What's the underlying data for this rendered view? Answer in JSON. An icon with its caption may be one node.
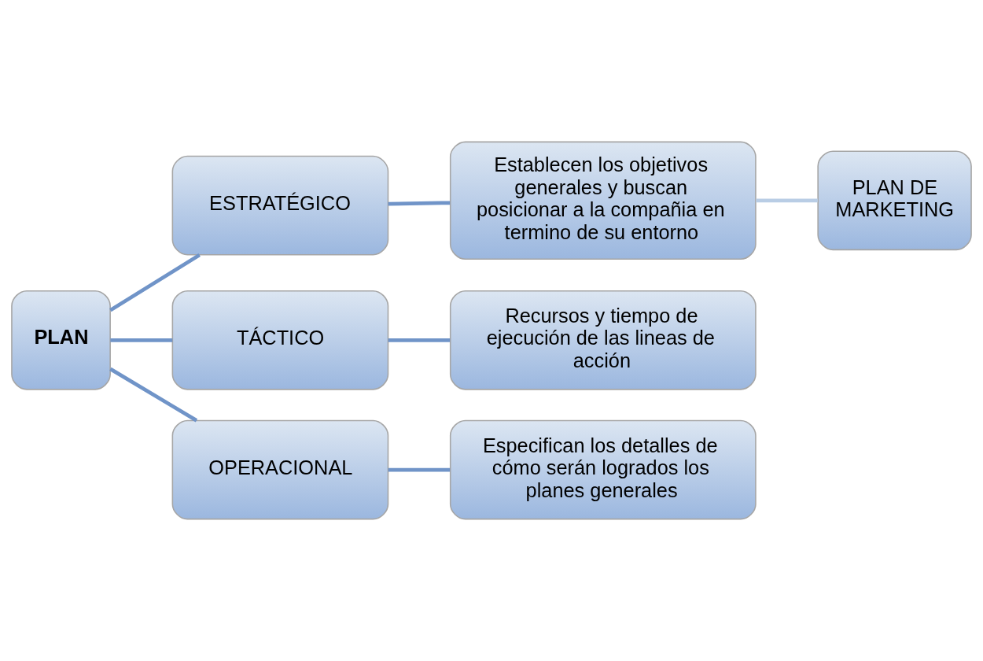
{
  "diagram": {
    "nodes": [
      {
        "text": [
          "PLAN"
        ]
      },
      {
        "text": [
          "ESTRATÉGICO"
        ]
      },
      {
        "text": [
          "Establecen los objetivos generales y buscan posicionar a la compañia en termino de su entorno"
        ]
      },
      {
        "text": [
          "PLAN DE MARKETING"
        ]
      },
      {
        "text": [
          "TÁCTICO"
        ]
      },
      {
        "text": [
          "Recursos y tiempo de ejecución de las lineas de acción"
        ]
      },
      {
        "text": [
          "OPERACIONAL"
        ]
      },
      {
        "text": [
          "Especifican los detalles de cómo serán logrados los planes generales"
        ]
      }
    ],
    "edges": [
      {
        "from": 0,
        "to": 1,
        "arrow": "none"
      },
      {
        "from": 0,
        "to": 4,
        "arrow": "none"
      },
      {
        "from": 0,
        "to": 6,
        "arrow": "none"
      },
      {
        "from": 1,
        "to": 2,
        "arrow": "none"
      },
      {
        "from": 2,
        "to": 3,
        "arrow": "none",
        "color": "#b9cde5"
      },
      {
        "from": 4,
        "to": 5,
        "arrow": "none"
      },
      {
        "from": 6,
        "to": 7,
        "arrow": "none"
      }
    ]
  }
}
